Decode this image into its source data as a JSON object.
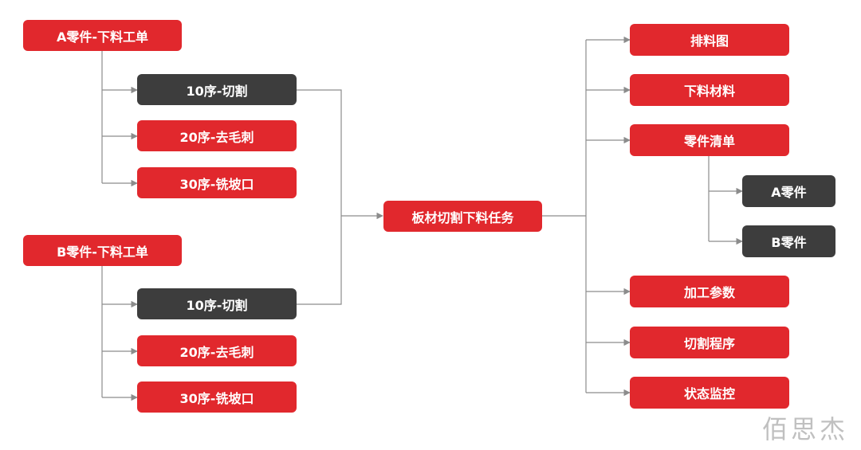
{
  "colors": {
    "accent_red": "#e1282d",
    "dark_gray": "#3d3d3d",
    "line_gray": "#8c8c8c",
    "watermark_gray": "#c0c0c0"
  },
  "left": {
    "group_a": {
      "title": "A零件-下料工单",
      "steps": [
        "10序-切割",
        "20序-去毛刺",
        "30序-铣坡口"
      ]
    },
    "group_b": {
      "title": "B零件-下料工单",
      "steps": [
        "10序-切割",
        "20序-去毛刺",
        "30序-铣坡口"
      ]
    }
  },
  "center": {
    "title": "板材切割下料任务"
  },
  "right": {
    "items": [
      "排料图",
      "下料材料",
      "零件清单",
      "加工参数",
      "切割程序",
      "状态监控"
    ],
    "parts_list_children": [
      "A零件",
      "B零件"
    ]
  },
  "watermark": "佰思杰"
}
